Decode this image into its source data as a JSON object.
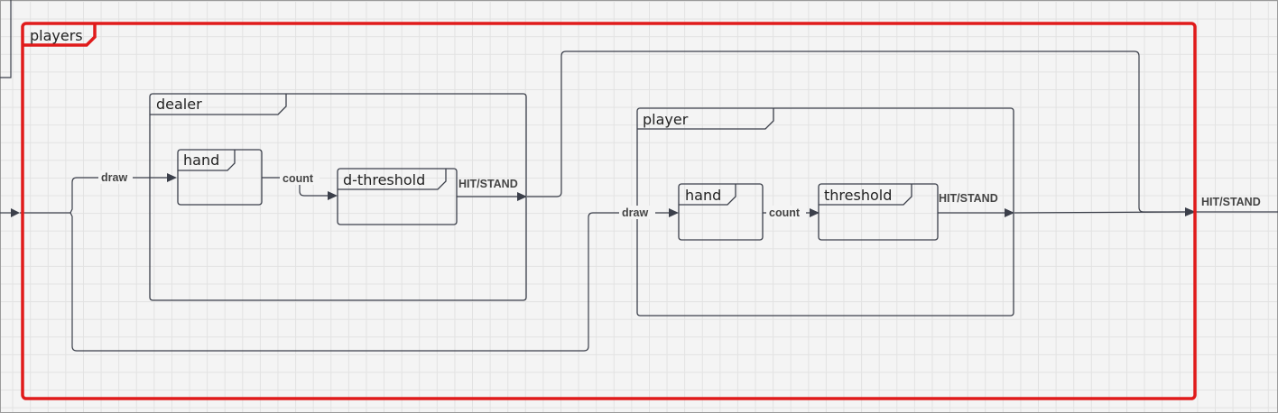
{
  "diagram": {
    "outer": {
      "title": "players",
      "border_color": "#e01b1b"
    },
    "dealer": {
      "title": "dealer",
      "hand_title": "hand",
      "threshold_title": "d-threshold",
      "draw_label": "draw",
      "count_label": "count",
      "output_label": "HIT/STAND"
    },
    "player": {
      "title": "player",
      "hand_title": "hand",
      "threshold_title": "threshold",
      "draw_label": "draw",
      "count_label": "count",
      "output_label": "HIT/STAND"
    },
    "final_output_label": "HIT/STAND",
    "line_color": "#3b3f4a"
  }
}
